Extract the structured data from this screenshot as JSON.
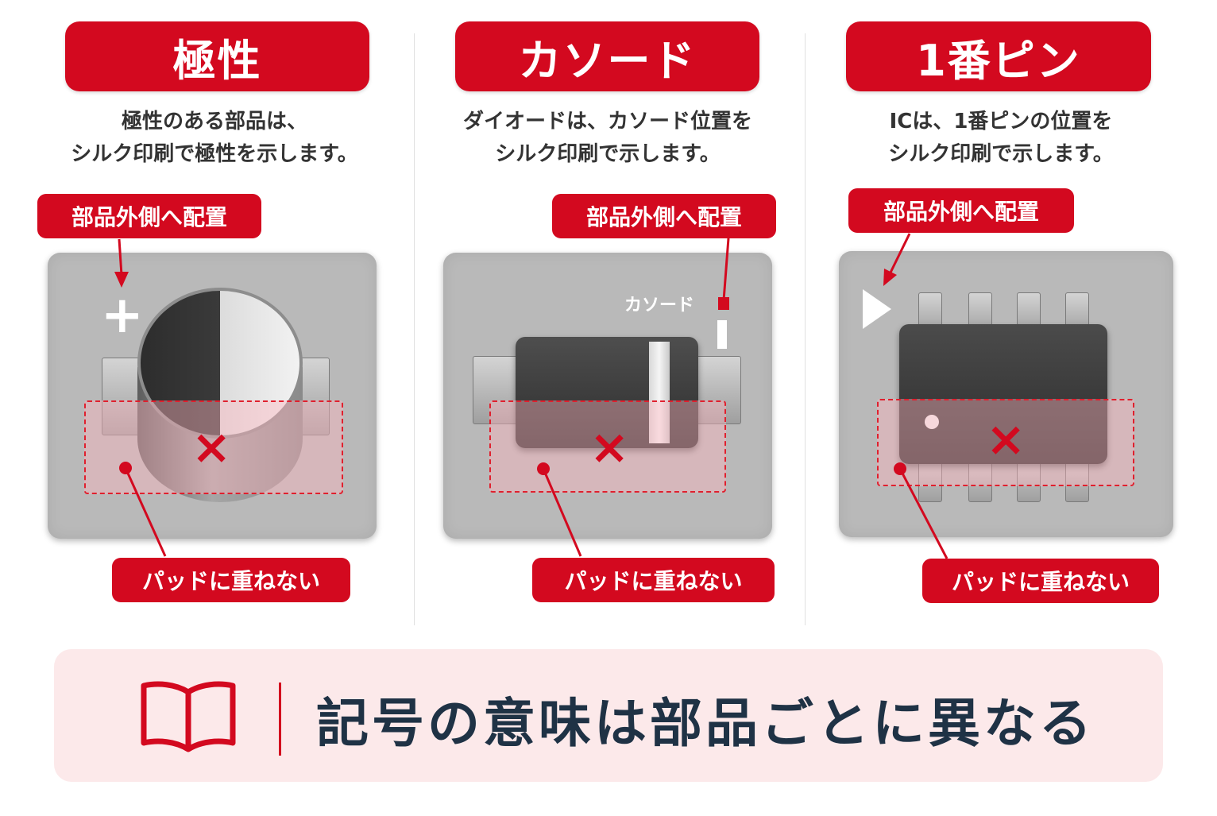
{
  "panels": [
    {
      "title": "極性",
      "description_lines": [
        "極性のある部品は、",
        "シルク印刷で極性を示します。"
      ],
      "callout_top": "部品外側へ配置",
      "marker": "+",
      "callout_bottom": "パッドに重ねない"
    },
    {
      "title": "カソード",
      "description_lines": [
        "ダイオードは、カソード位置を",
        "シルク印刷で示します。"
      ],
      "callout_top": "部品外側へ配置",
      "marker_label": "カソード",
      "callout_bottom": "パッドに重ねない"
    },
    {
      "title": "1番ピン",
      "description_lines": [
        "ICは、1番ピンの位置を",
        "シルク印刷で示します。"
      ],
      "callout_top": "部品外側へ配置",
      "callout_bottom": "パッドに重ねない"
    }
  ],
  "x_symbol": "×",
  "footer": {
    "text": "記号の意味は部品ごとに異なる",
    "icon": "book-icon"
  },
  "colors": {
    "accent": "#d3091f",
    "board": "#b9b9b9",
    "footer_bg": "#fce9ea",
    "footer_text": "#1f3245"
  }
}
